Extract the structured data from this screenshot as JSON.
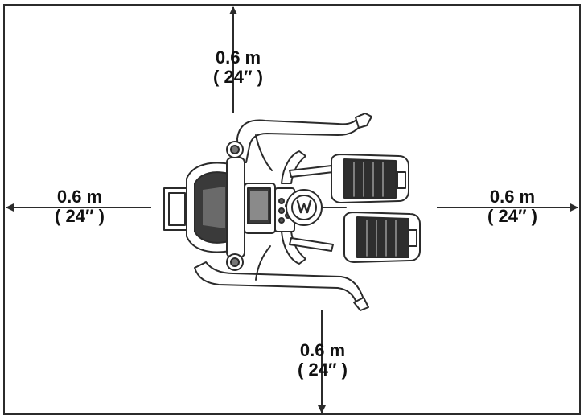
{
  "colors": {
    "line": "#2b2b2b",
    "background": "#ffffff"
  },
  "clearances": {
    "top": {
      "metric": "0.6 m",
      "imperial": "( 24″ )"
    },
    "left": {
      "metric": "0.6 m",
      "imperial": "( 24″ )"
    },
    "right": {
      "metric": "0.6 m",
      "imperial": "( 24″ )"
    },
    "bottom": {
      "metric": "0.6 m",
      "imperial": "( 24″ )"
    }
  },
  "icons": [
    "arrow-up-icon",
    "arrow-down-icon",
    "arrow-left-icon",
    "arrow-right-icon",
    "machine-top-view-icon"
  ]
}
